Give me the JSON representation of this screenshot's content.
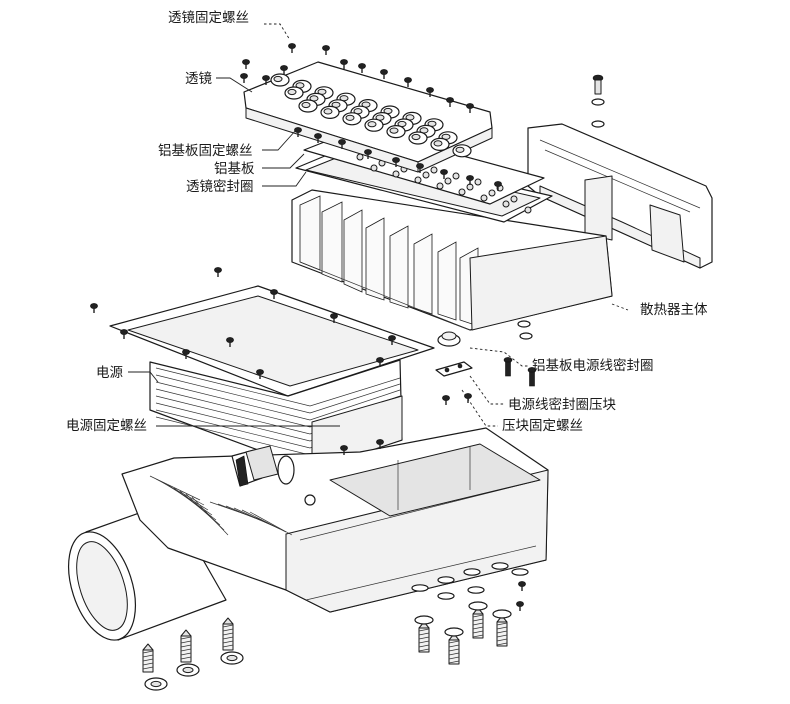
{
  "labels": {
    "lens_screws": "透镜固定螺丝",
    "lens": "透镜",
    "board_screws": "铝基板固定螺丝",
    "aluminum_board": "铝基板",
    "lens_seal": "透镜密封圈",
    "heatsink_body": "散热器主体",
    "board_wire_seal": "铝基板电源线密封圈",
    "power_supply": "电源",
    "wire_seal_block": "电源线密封圈压块",
    "power_screws": "电源固定螺丝",
    "block_screws": "压块固定螺丝"
  }
}
